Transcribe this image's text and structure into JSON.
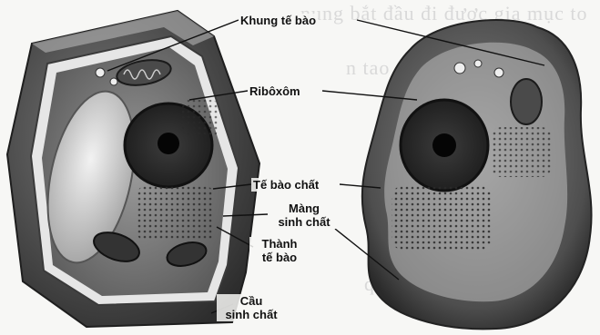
{
  "labels": {
    "cell_frame": "Khung tế bào",
    "ribosome": "Ribôxôm",
    "cytoplasm": "Tế bào chất",
    "plasma_membrane_1": "Màng",
    "plasma_membrane_2": "sinh chất",
    "cell_wall_1": "Thành",
    "cell_wall_2": "tế bào",
    "plasmodesma_1": "Cầu",
    "plasmodesma_2": "sinh chất"
  }
}
